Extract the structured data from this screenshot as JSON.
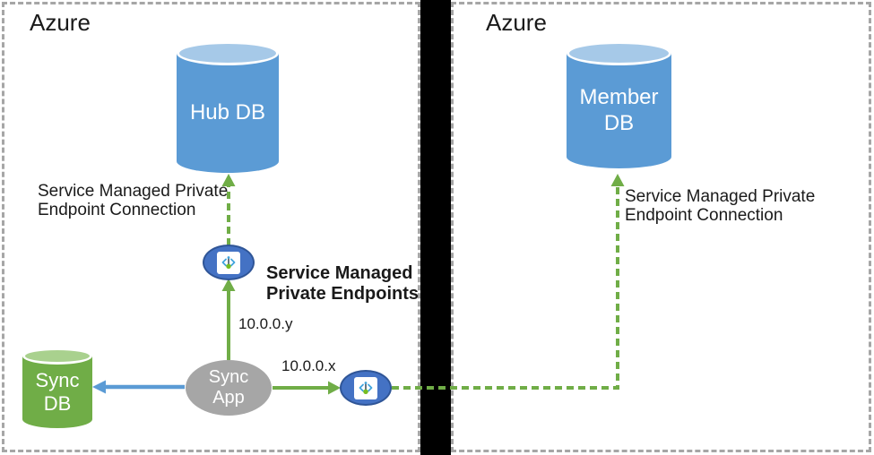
{
  "regions": {
    "left": {
      "label": "Azure"
    },
    "right": {
      "label": "Azure"
    }
  },
  "nodes": {
    "hub_db": {
      "label": "Hub DB"
    },
    "member_db": {
      "label_line1": "Member",
      "label_line2": "DB"
    },
    "sync_db": {
      "label_line1": "Sync",
      "label_line2": "DB"
    },
    "sync_app": {
      "label_line1": "Sync",
      "label_line2": "App"
    }
  },
  "labels": {
    "hub_connection_line1": "Service Managed Private",
    "hub_connection_line2": "Endpoint Connection",
    "member_connection_line1": "Service Managed Private",
    "member_connection_line2": "Endpoint Connection",
    "endpoints_title_line1": "Service Managed",
    "endpoints_title_line2": "Private Endpoints",
    "ip_hub": "10.0.0.y",
    "ip_member": "10.0.0.x"
  },
  "icons": {
    "private_endpoint": "private-endpoint-icon"
  },
  "colors": {
    "db_blue": "#5B9BD5",
    "db_blue_light": "#A6C9E8",
    "db_green": "#70AD47",
    "db_green_light": "#A9D18E",
    "gray_node": "#A6A6A6",
    "endpoint_blue": "#4472C4",
    "endpoint_border": "#2F5597",
    "arrow_green": "#70AD47",
    "arrow_blue": "#5B9BD5",
    "divider_black": "#000000",
    "border_gray": "#A6A6A6",
    "icon_chevron_blue": "#41A5DD",
    "icon_stem": "#3F5565",
    "icon_dot_green": "#76BC21"
  }
}
